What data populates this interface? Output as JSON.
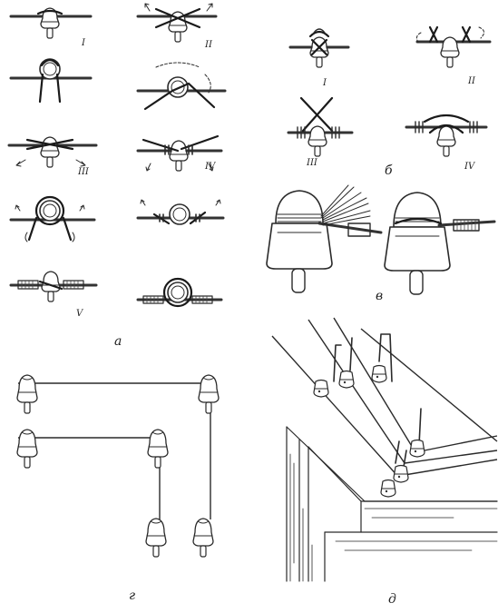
{
  "labels": {
    "a": "а",
    "b": "б",
    "v": "в",
    "g": "г",
    "d": "д"
  },
  "steps_a": [
    "I",
    "II",
    "III",
    "IV",
    "V"
  ],
  "steps_b": [
    "I",
    "II",
    "III",
    "IV"
  ]
}
